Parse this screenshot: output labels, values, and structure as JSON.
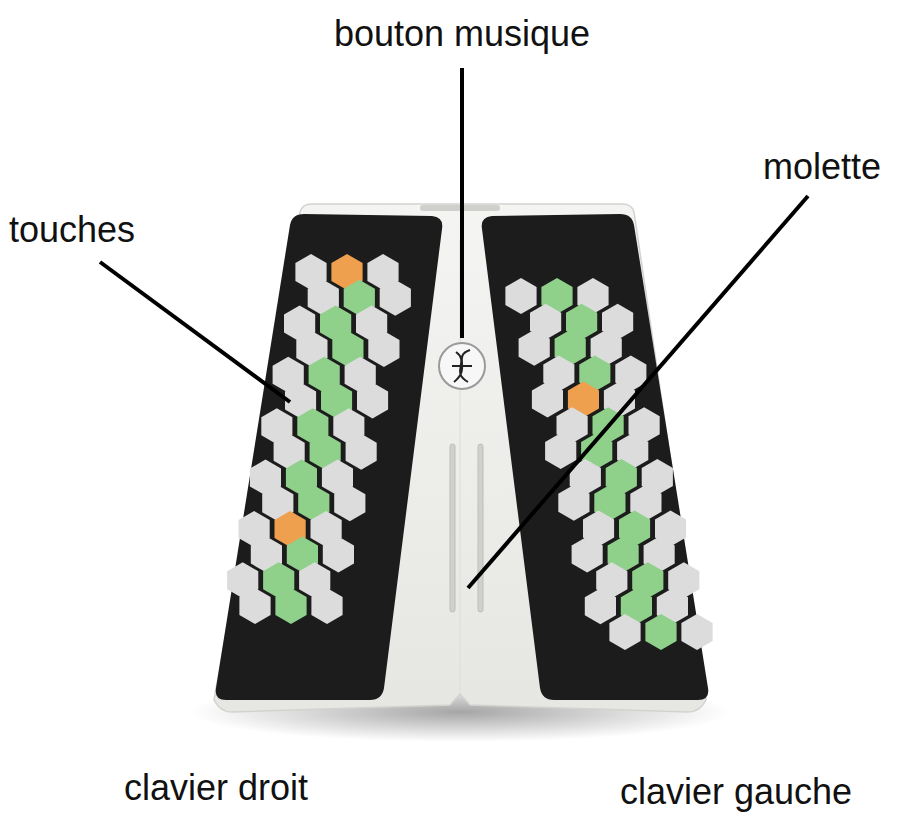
{
  "diagram": {
    "labels": [
      "bouton musique",
      "molette",
      "touches",
      "clavier droit",
      "clavier gauche"
    ]
  }
}
